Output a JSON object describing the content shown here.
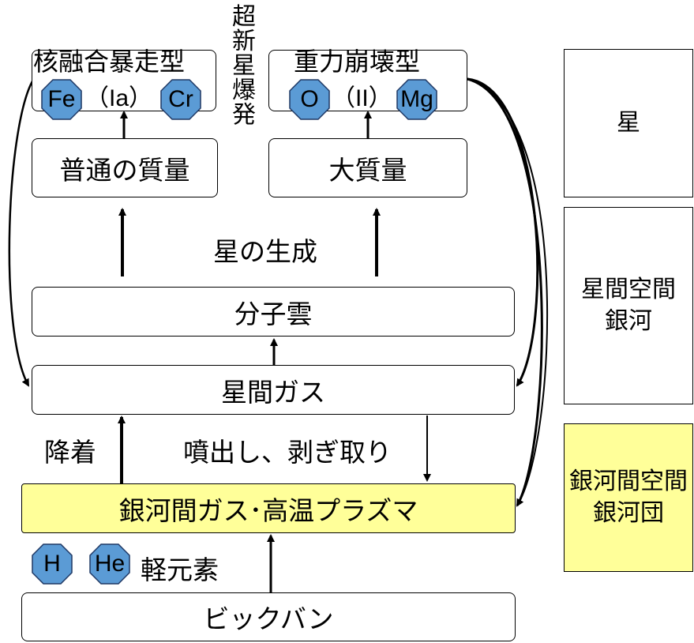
{
  "vertical_label": [
    "超",
    "新",
    "星",
    "爆",
    "発"
  ],
  "boxes": {
    "thermo": "核融合暴走型",
    "thermo_type": "（Ia）",
    "collapse": "重力崩壊型",
    "collapse_type": "（II）",
    "normal_mass": "普通の質量",
    "large_mass": "大質量",
    "molecular_cloud": "分子雲",
    "interstellar_gas": "星間ガス",
    "intergalactic_gas": "銀河間ガス･高温プラズマ",
    "big_bang": "ビックバン"
  },
  "labels": {
    "star_formation": "星の生成",
    "accretion": "降着",
    "ejection": "噴出し、剥ぎ取り",
    "light_elements": "軽元素"
  },
  "elements": {
    "fe": "Fe",
    "cr": "Cr",
    "o": "O",
    "mg": "Mg",
    "h": "H",
    "he": "He"
  },
  "side_panels": {
    "star": "星",
    "interstellar_line1": "星間空間",
    "interstellar_line2": "銀河",
    "intergalactic_line1": "銀河間空間",
    "intergalactic_line2": "銀河団"
  },
  "colors": {
    "element_fill": "#5b9bd5",
    "highlight_fill": "#ffff99",
    "line": "#000000"
  }
}
